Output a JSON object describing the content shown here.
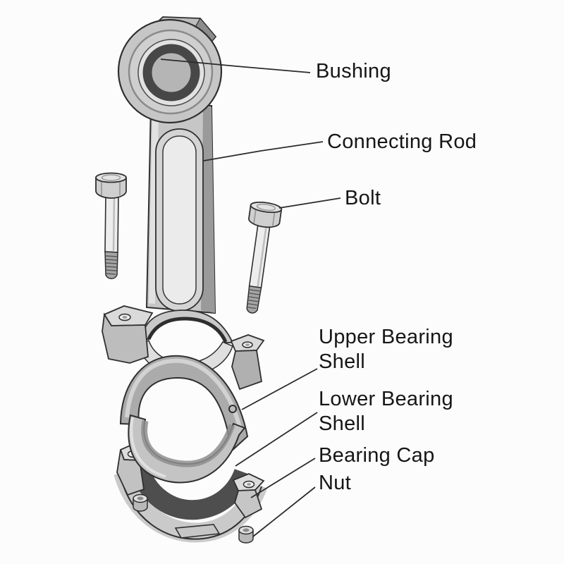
{
  "page": {
    "background_color": "#fcfcfc",
    "text_color": "#161616"
  },
  "diagram": {
    "labels": {
      "bushing": "Bushing",
      "connecting_rod": "Connecting Rod",
      "bolt": "Bolt",
      "upper_bearing_shell": "Upper Bearing Shell",
      "lower_bearing_shell": "Lower Bearing Shell",
      "bearing_cap": "Bearing Cap",
      "nut": "Nut"
    },
    "colors": {
      "outline": "#2f2f2f",
      "leader_line": "#2b2b2b",
      "metal_light": "#e9e9e9",
      "metal_mid": "#c6c6c6",
      "metal_dark": "#8e8e8e",
      "bore_dark": "#4c4c4c"
    }
  }
}
